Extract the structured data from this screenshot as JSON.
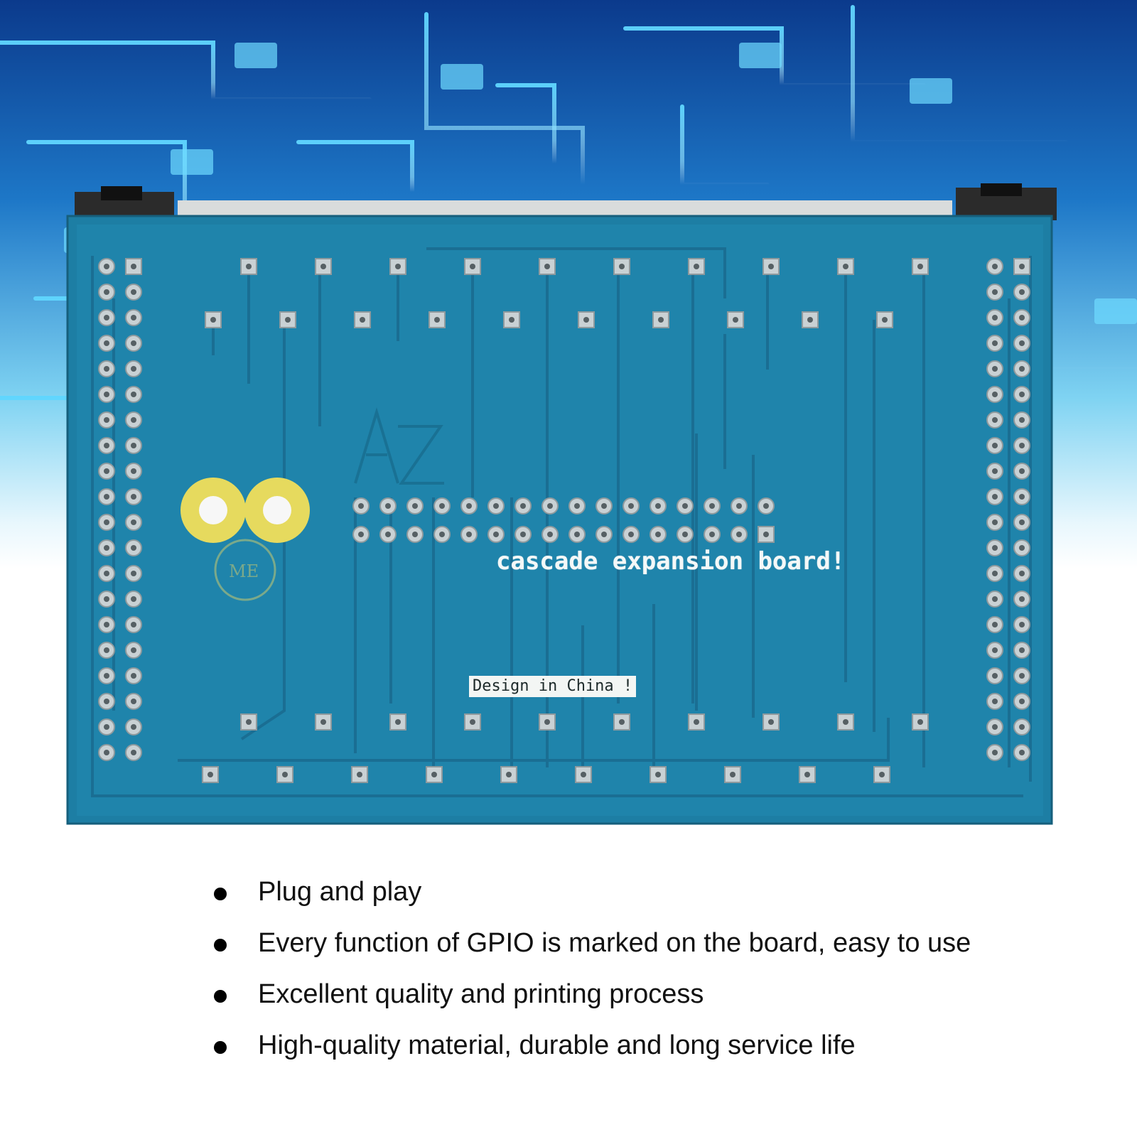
{
  "colors": {
    "background_top": "#0a3e8f",
    "trace_glow": "#37c7ff",
    "pcb_green_blue": "#1e7fa6",
    "pcb_dark": "#136b8f",
    "pad_silver": "#c9d1d4",
    "pad_gold": "#e3d85e",
    "text_white": "#f4f8f8",
    "bullet_text": "#111111"
  },
  "board": {
    "silkscreen_title": "cascade expansion board!",
    "silkscreen_tag": "Design in China !",
    "logo_marks": [
      "AZ",
      "ME"
    ]
  },
  "features": [
    {
      "icon": "bullet-dot",
      "text": "Plug and play"
    },
    {
      "icon": "bullet-dot",
      "text": "Every function of GPIO is marked on the board, easy to use"
    },
    {
      "icon": "bullet-dot",
      "text": "Excellent quality and printing process"
    },
    {
      "icon": "bullet-dot",
      "text": "High-quality material, durable and long service life"
    }
  ]
}
